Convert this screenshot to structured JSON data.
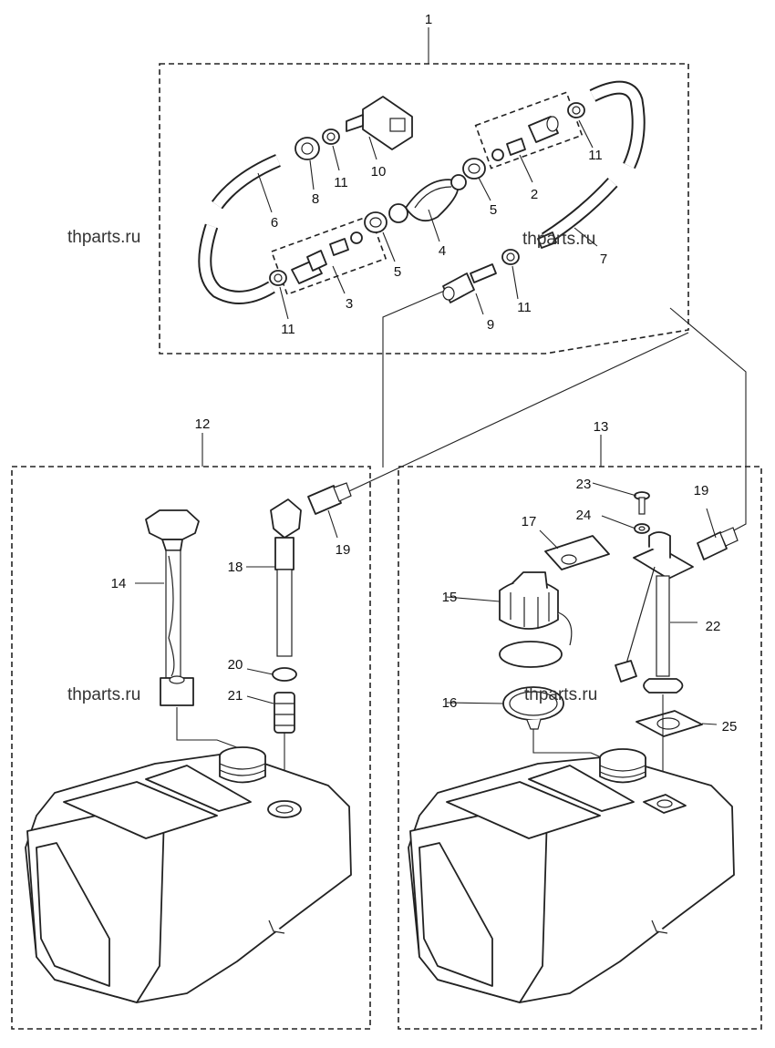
{
  "watermark": "thparts.ru",
  "callouts": {
    "c1": "1",
    "c2": "2",
    "c3": "3",
    "c4": "4",
    "c5a": "5",
    "c5b": "5",
    "c6": "6",
    "c7": "7",
    "c8": "8",
    "c9": "9",
    "c10": "10",
    "c11a": "11",
    "c11b": "11",
    "c11c": "11",
    "c11d": "11",
    "c12": "12",
    "c13": "13",
    "c14": "14",
    "c15": "15",
    "c16": "16",
    "c17": "17",
    "c18": "18",
    "c19a": "19",
    "c19b": "19",
    "c20": "20",
    "c21": "21",
    "c22": "22",
    "c23": "23",
    "c24": "24",
    "c25": "25"
  }
}
